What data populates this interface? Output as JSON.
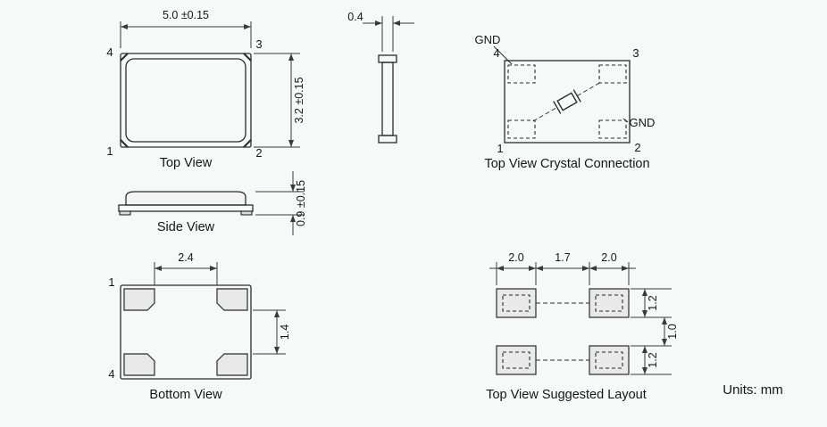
{
  "units_label": "Units: mm",
  "top_view": {
    "title": "Top View",
    "dim_width": "5.0 ±0.15",
    "dim_height": "3.2 ±0.15",
    "pin_top_left": "4",
    "pin_top_right": "3",
    "pin_bottom_left": "1",
    "pin_bottom_right": "2"
  },
  "end_view": {
    "dim_thickness": "0.4"
  },
  "crystal_connection": {
    "title": "Top View Crystal Connection",
    "gnd_top_label": "GND",
    "gnd_right_label": "GND",
    "pin_top_left": "4",
    "pin_top_right": "3",
    "pin_bottom_left": "1",
    "pin_bottom_right": "2"
  },
  "side_view": {
    "title": "Side View",
    "dim_height": "0.9 ±0.15"
  },
  "bottom_view": {
    "title": "Bottom View",
    "dim_pad_gap_h": "2.4",
    "dim_pad_gap_v": "1.4",
    "pin_top_left": "1",
    "pin_bottom_left": "4"
  },
  "suggested_layout": {
    "title": "Top View Suggested Layout",
    "dim_pad_left_width": "2.0",
    "dim_pad_gap": "1.7",
    "dim_pad_right_width": "2.0",
    "dim_pad_top_height": "1.2",
    "dim_row_gap": "1.0",
    "dim_pad_bottom_height": "1.2"
  }
}
